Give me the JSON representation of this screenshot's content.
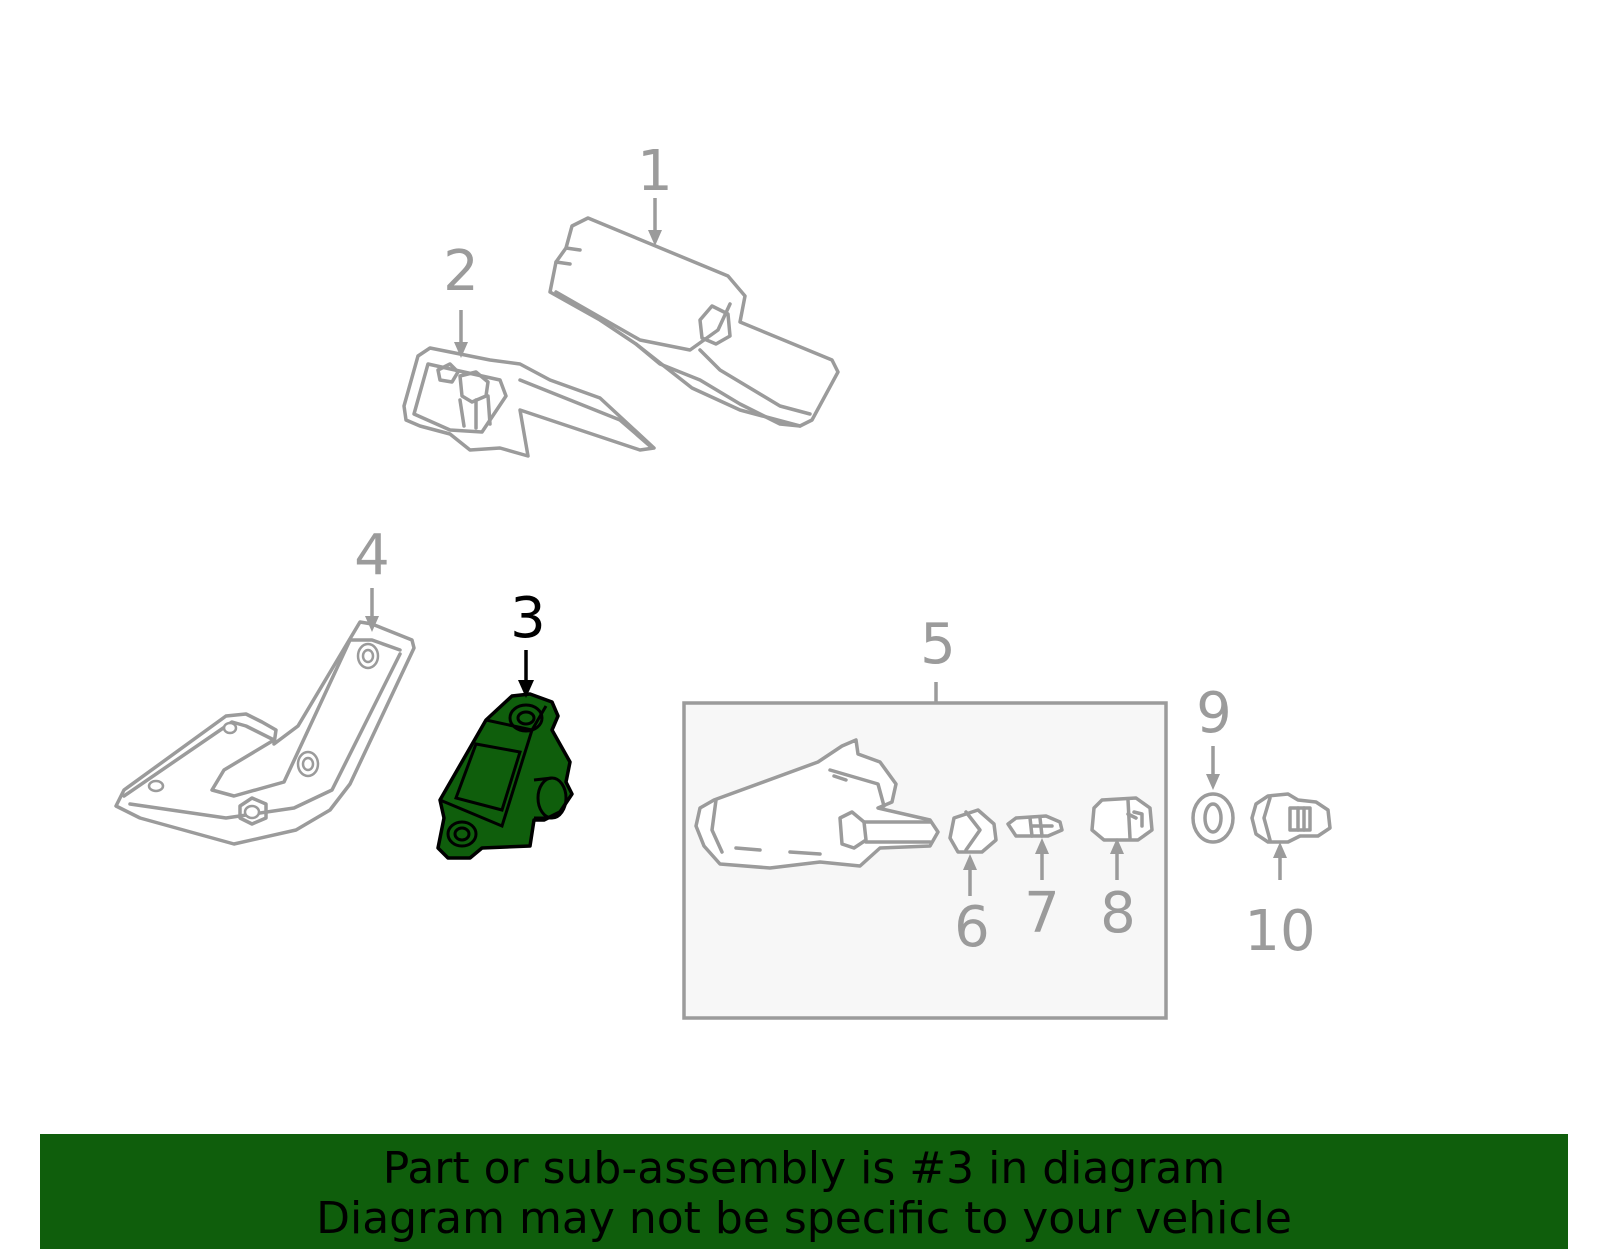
{
  "callouts": [
    "1",
    "2",
    "3",
    "4",
    "5",
    "6",
    "7",
    "8",
    "9",
    "10"
  ],
  "highlighted_part": "3",
  "colors": {
    "highlight_fill": "#0f5e0c",
    "line_gray": "#9b9b9b",
    "banner_bg": "#0f5e0c",
    "box_bg": "#f7f7f7"
  },
  "banner": {
    "line1": "Part or sub-assembly is #3 in diagram",
    "line2": "Diagram may not be specific to your vehicle"
  }
}
